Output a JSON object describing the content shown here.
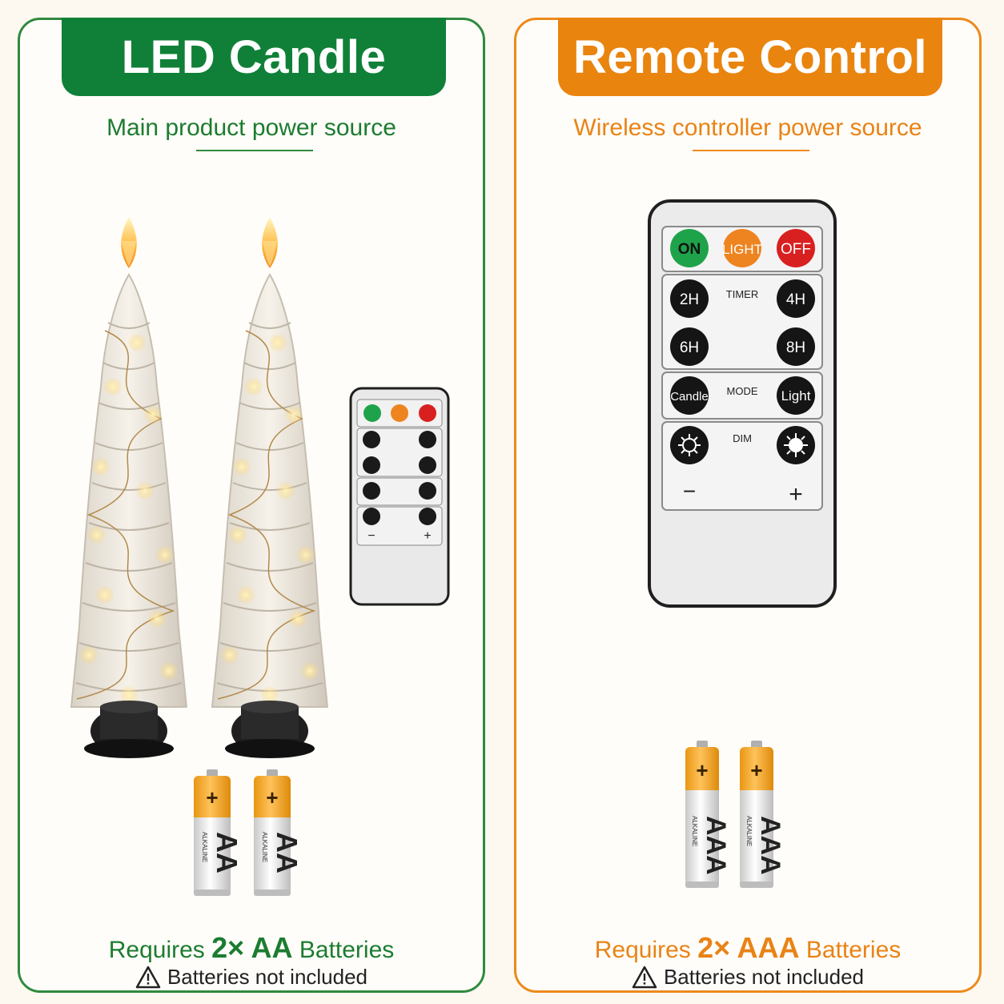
{
  "left": {
    "tab_title": "LED Candle",
    "subtitle": "Main product power source",
    "requires_prefix": "Requires",
    "requires_count": "2×",
    "requires_type": "AA",
    "requires_suffix": "Batteries",
    "note": "Batteries not included",
    "battery_label": "AA",
    "battery_brand": "ALKALINE"
  },
  "right": {
    "tab_title": "Remote Control",
    "subtitle": "Wireless controller power source",
    "requires_prefix": "Requires",
    "requires_count": "2×",
    "requires_type": "AAA",
    "requires_suffix": "Batteries",
    "note": "Batteries not included",
    "battery_label": "AAA",
    "battery_brand": "ALKALINE"
  },
  "remote": {
    "on": "ON",
    "light": "LIGHT",
    "off": "OFF",
    "timer": "TIMER",
    "t2": "2H",
    "t4": "4H",
    "t6": "6H",
    "t8": "8H",
    "mode": "MODE",
    "candle": "Candle",
    "light_mode": "Light",
    "dim": "DIM",
    "minus": "−",
    "plus": "+"
  },
  "colors": {
    "green": "#108038",
    "orange": "#e9840f",
    "on_button": "#1fa34a",
    "light_button": "#ee8420",
    "off_button": "#d92020"
  }
}
